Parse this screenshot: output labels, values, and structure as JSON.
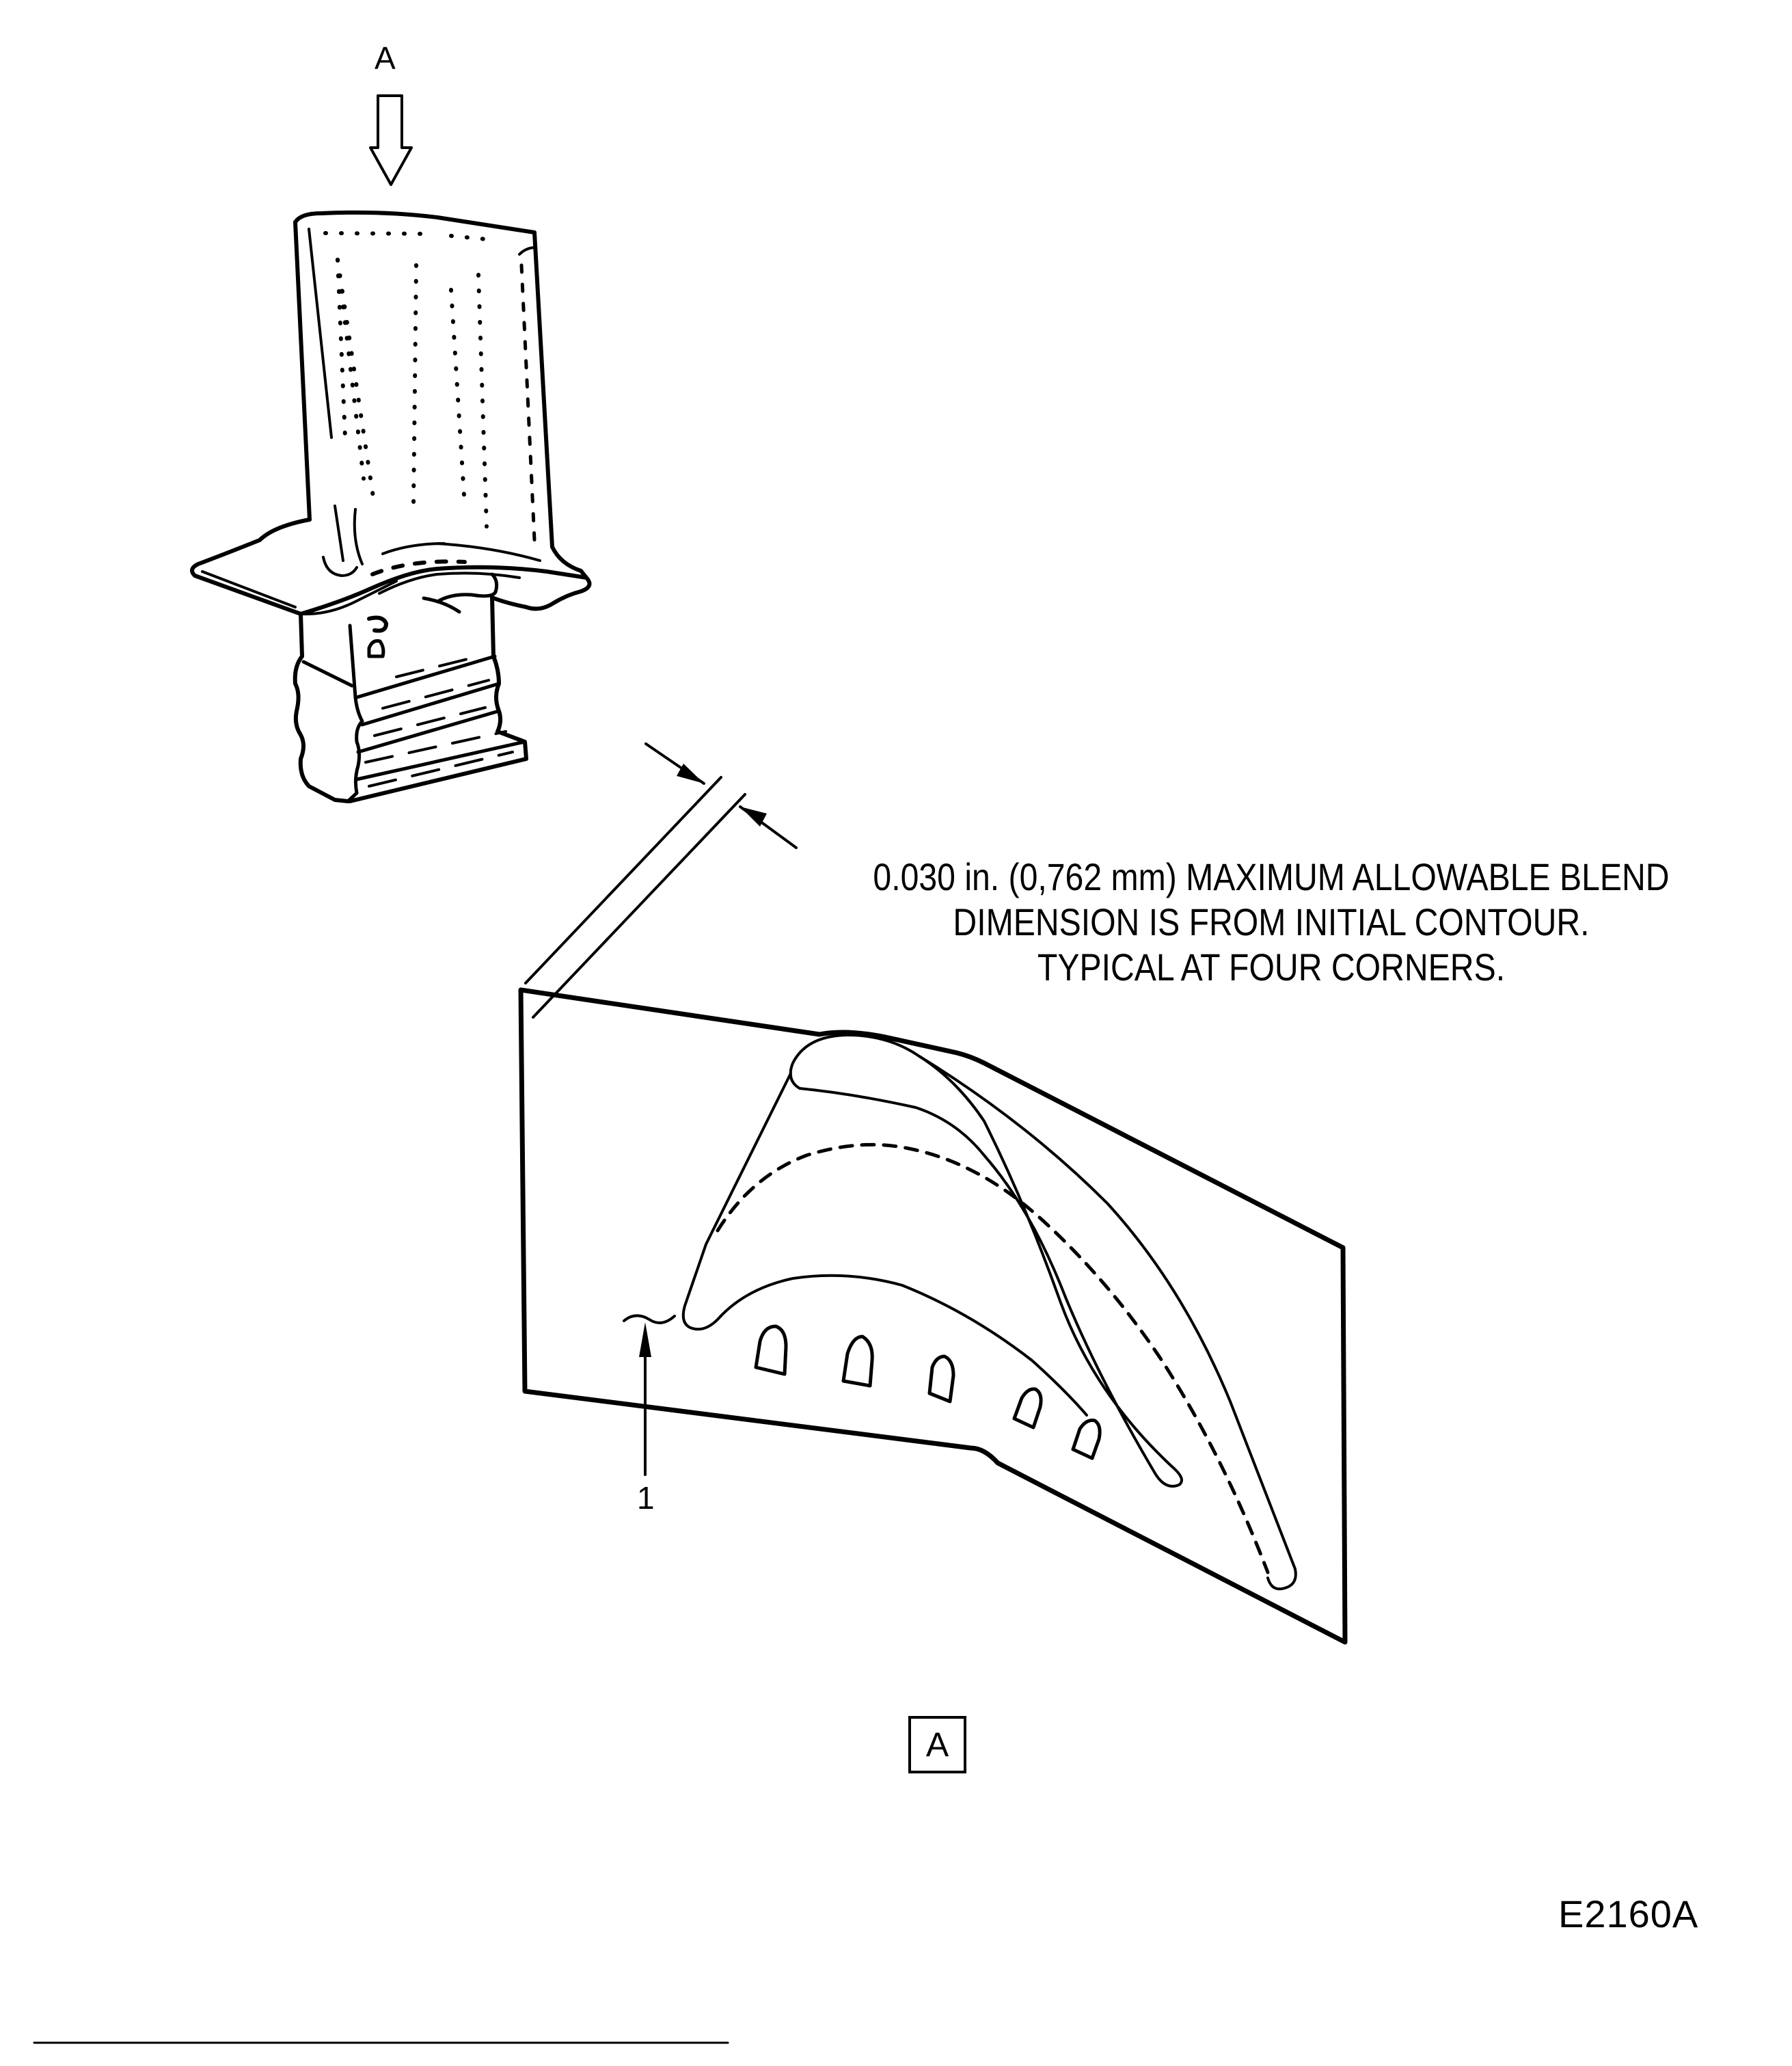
{
  "figure": {
    "view_arrow_label": "A",
    "note": {
      "lines": [
        "0.030 in. (0,762 mm) MAXIMUM ALLOWABLE BLEND",
        "DIMENSION IS FROM INITIAL CONTOUR.",
        "TYPICAL AT FOUR CORNERS."
      ]
    },
    "callout": "1",
    "view_label": "A",
    "figure_id": "E2160A"
  },
  "icons": {
    "view_arrow": "hollow-down-arrow",
    "dimension_arrows": "filled-arrowheads",
    "callout_arrow": "up-arrow",
    "callout_tilde": "tilde"
  },
  "colors": {
    "ink": "#000000",
    "paper": "#ffffff"
  }
}
